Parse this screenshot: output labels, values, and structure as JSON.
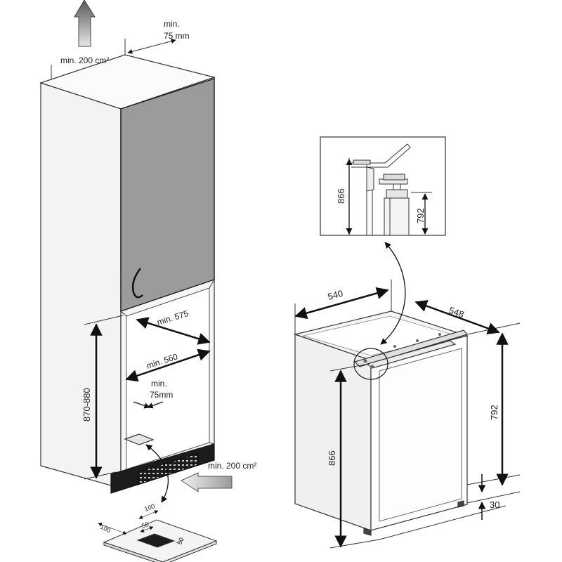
{
  "cabinet": {
    "ventilation_top": "min. 200 cm²",
    "gap_top_line1": "min.",
    "gap_top_line2": "75 mm",
    "width_575": "min. 575",
    "width_560": "min. 560",
    "gap_back_line1": "min.",
    "gap_back_line2": "75mm",
    "niche_height": "870-880",
    "ventilation_bottom": "min. 200 cm²"
  },
  "vent_cutout": {
    "d1": "100",
    "d2": "100",
    "d3": "50",
    "d4": "50"
  },
  "appliance": {
    "width": "540",
    "depth": "548",
    "height_left": "866",
    "height_right": "792",
    "foot": "30"
  },
  "detail": {
    "h866": "866",
    "h792": "792"
  },
  "colors": {
    "door": "#9b9b9b",
    "cabinet_side": "#f3f3f3",
    "plinth": "#1c1c1c",
    "outline": "#333333"
  }
}
